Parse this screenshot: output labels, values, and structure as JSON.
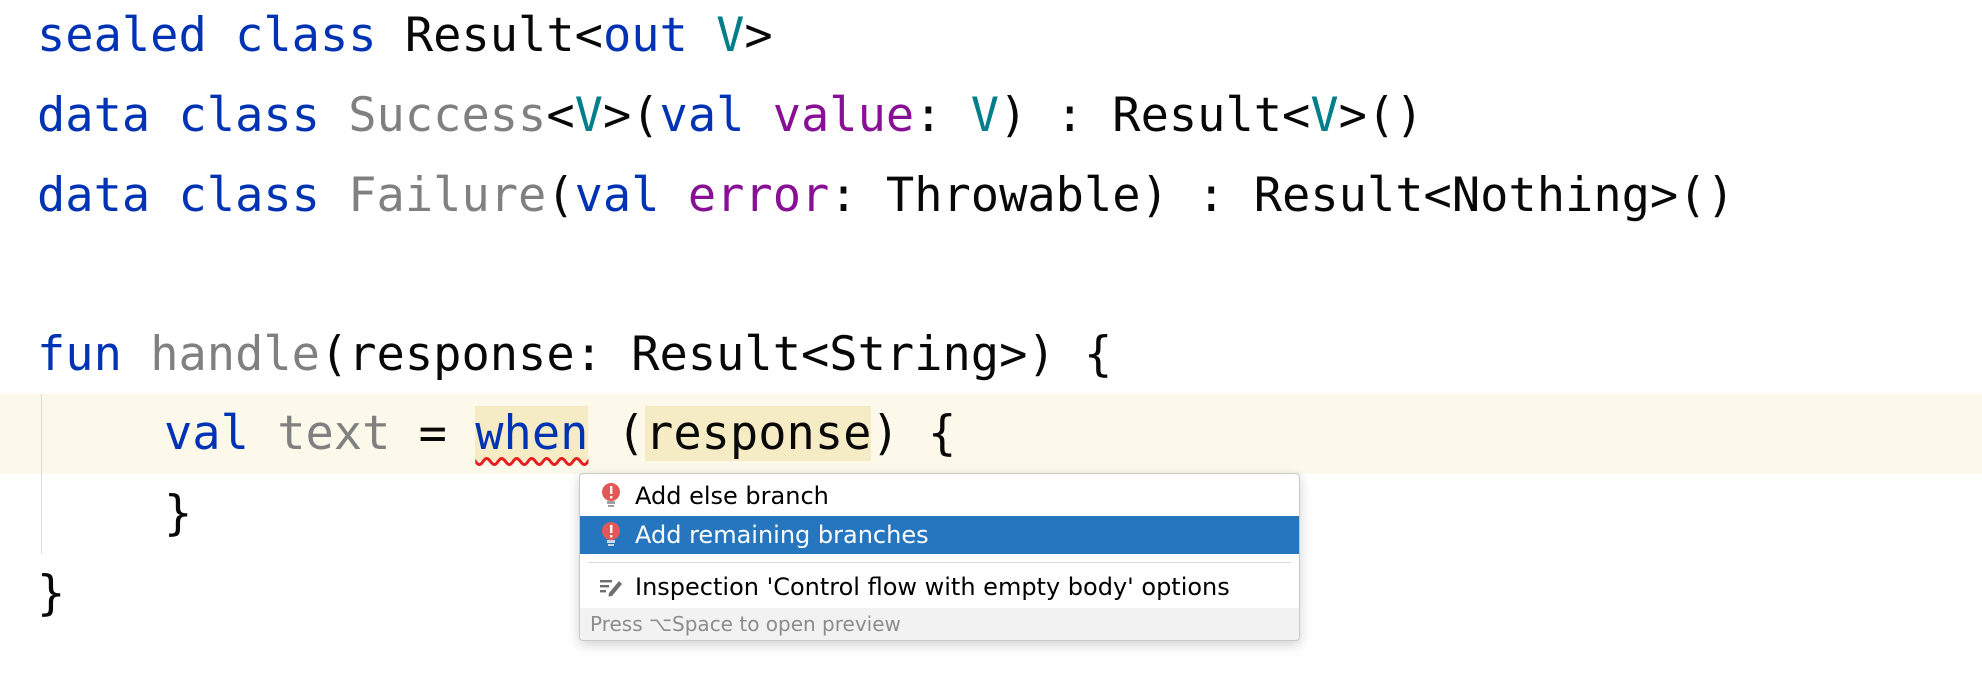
{
  "code": {
    "line1": {
      "sealed": "sealed",
      "class": "class",
      "name": "Result",
      "lt": "<",
      "out": "out",
      "v": "V",
      "gt": ">"
    },
    "line2": {
      "data": "data",
      "class": "class",
      "name": "Success",
      "lt": "<",
      "v": "V",
      "gt_paren": ">(",
      "val": "val",
      "prop": "value",
      "colon": ": ",
      "type": "V",
      "rest": ") : Result<",
      "tv": "V",
      "end": ">()"
    },
    "line3": {
      "data": "data",
      "class": "class",
      "name": "Failure",
      "paren": "(",
      "val": "val",
      "prop": "error",
      "rest": ": Throwable) : Result<Nothing>()"
    },
    "line5": {
      "fun": "fun",
      "name": "handle",
      "rest": "(response: Result<String>) {"
    },
    "line6": {
      "val": "val",
      "name": "text",
      "eq": " = ",
      "when": "when",
      "space": " (",
      "arg": "response",
      "rest": ") {"
    },
    "line7": {
      "text": "}"
    },
    "line8": {
      "text": "}"
    }
  },
  "popup": {
    "items": [
      {
        "label": "Add else branch",
        "icon": "error-bulb-icon"
      },
      {
        "label": "Add remaining branches",
        "icon": "error-bulb-icon",
        "selected": true
      },
      {
        "label": "Inspection 'Control flow with empty body' options",
        "icon": "edit-inspection-icon"
      }
    ],
    "footer": "Press ⌥Space to open preview"
  },
  "colors": {
    "keyword": "#0033b3",
    "type_param": "#007e8a",
    "property": "#871094",
    "selection": "#2675bf",
    "caret_row": "#fcf9ea",
    "error_underline": "#e61e1e"
  }
}
